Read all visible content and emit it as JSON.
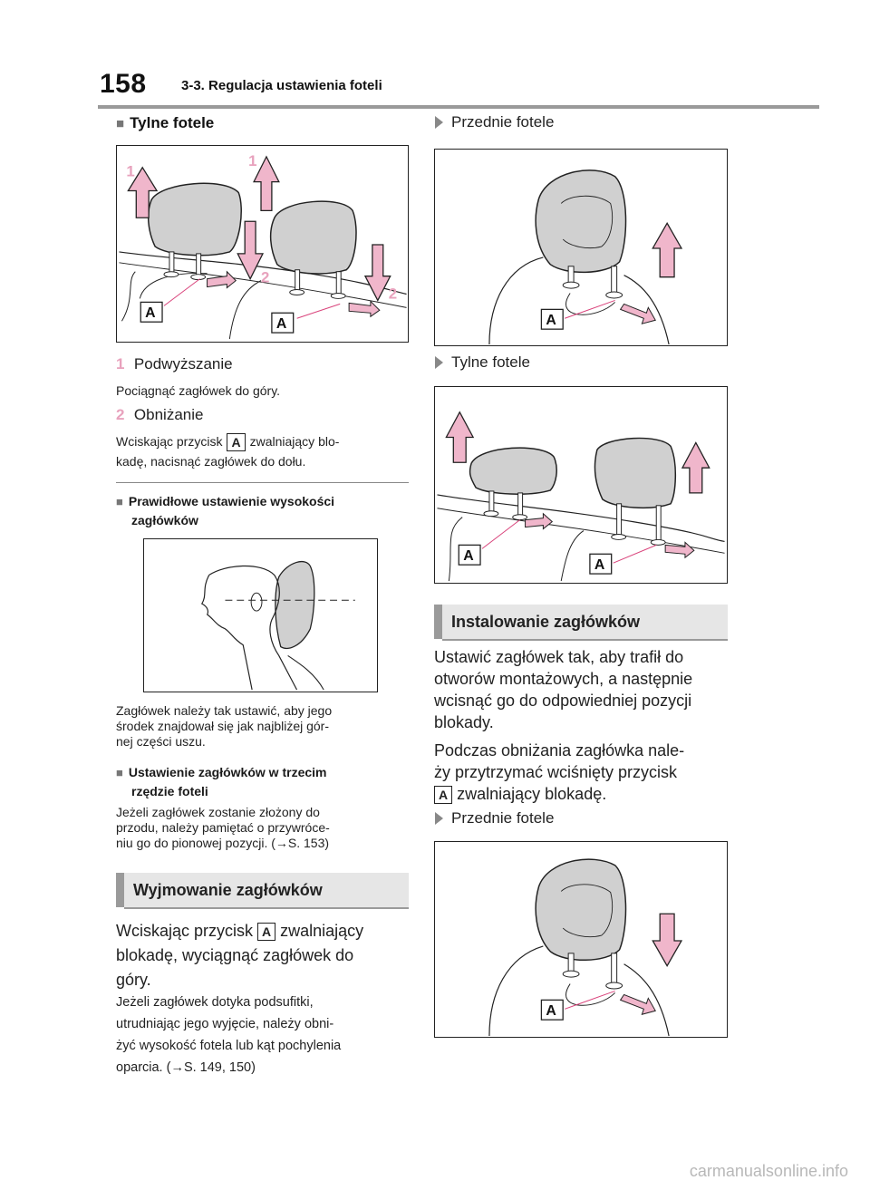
{
  "header": {
    "page_number": "158",
    "section_title": "3-3. Regulacja ustawienia foteli"
  },
  "left": {
    "heading_rear": "Tylne fotele",
    "fig1": {
      "label_a": "A",
      "num1": "1",
      "num2": "2"
    },
    "step1": {
      "num": "1",
      "title": "Podwyższanie",
      "text": "Pociągnąć zagłówek do góry."
    },
    "step2": {
      "num": "2",
      "title": "Obniżanie",
      "text_before": "Wciskając przycisk",
      "key": "A",
      "text_after": "zwalniający blo-",
      "text_line2": "kadę, nacisnąć zagłówek do dołu."
    },
    "sub1": {
      "title_l1": "Prawidłowe ustawienie wysokości",
      "title_l2": "zagłówków"
    },
    "sub1_text": [
      "Zagłówek należy tak ustawić, aby jego",
      "środek znajdował się jak najbliżej gór-",
      "nej części uszu."
    ],
    "sub2": {
      "title_l1": "Ustawienie zagłówków w trzecim",
      "title_l2": "rzędzie foteli"
    },
    "sub2_text": [
      "Jeżeli zagłówek zostanie złożony do",
      "przodu, należy pamiętać o przywróce-",
      "niu go do pionowej pozycji. (→S. 153)"
    ],
    "band_remove": "Wyjmowanie zagłówków",
    "remove_text_l1_before": "Wciskając przycisk",
    "remove_key": "A",
    "remove_text_l1_after": "zwalniający",
    "remove_text_l2": "blokadę, wyciągnąć zagłówek do",
    "remove_text_l3": "góry.",
    "remove_note": [
      "Jeżeli zagłówek dotyka podsufitki,",
      "utrudniając jego wyjęcie, należy obni-",
      "żyć wysokość fotela lub kąt pochylenia",
      "oparcia. (→S. 149, 150)"
    ]
  },
  "right": {
    "front_label_1": "Przednie fotele",
    "rear_label": "Tylne fotele",
    "band_install": "Instalowanie zagłówków",
    "install_text": [
      "Ustawić zagłówek tak, aby trafił do",
      "otworów montażowych, a następnie",
      "wcisnąć go do odpowiedniej pozycji",
      "blokady."
    ],
    "lower_text_l1": "Podczas obniżania zagłówka nale-",
    "lower_text_l2": "ży przytrzymać wciśnięty przycisk",
    "lower_key": "A",
    "lower_text_l3": "zwalniający blokadę.",
    "front_label_2": "Przednie fotele",
    "label_a": "A"
  },
  "watermark": "carmanualsonline.info",
  "colors": {
    "accent_pink": "#e8a2bd",
    "rule_gray": "#9a9a9a",
    "band_bg": "#e6e6e6"
  }
}
